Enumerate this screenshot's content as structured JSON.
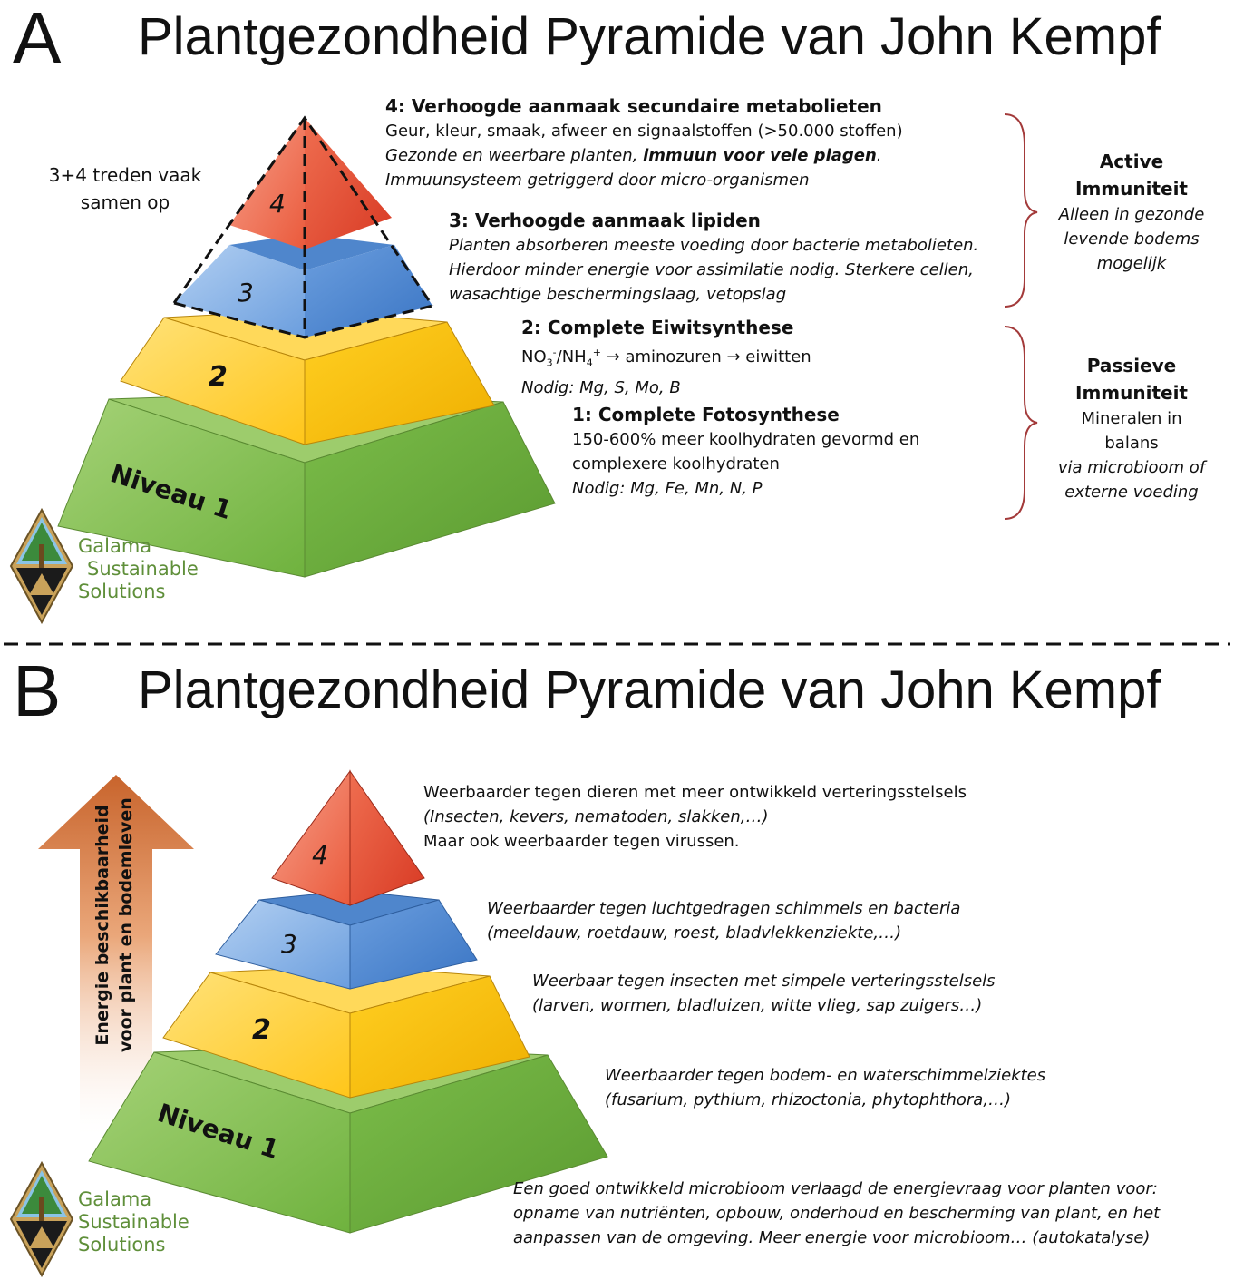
{
  "panel_a": {
    "letter": "A",
    "title": "Plantgezondheid Pyramide van John Kempf",
    "side_note": [
      "3+4 treden vaak",
      "samen op"
    ],
    "levels": [
      {
        "label": "Niveau 1",
        "heading": "1: Complete Fotosynthese",
        "lines": [
          "150-600% meer koolhydraten gevormd en",
          "complexere koolhydraten"
        ],
        "italic_lines": [
          "Nodig: Mg, Fe, Mn, N, P"
        ]
      },
      {
        "label": "2",
        "heading": "2: Complete Eiwitsynthese",
        "formula": {
          "a": "NO",
          "a_sub": "3",
          "a_sup": "-",
          "b": "/NH",
          "b_sub": "4",
          "b_sup": "+",
          "rest": " → aminozuren → eiwitten"
        },
        "italic_lines": [
          "Nodig: Mg, S, Mo, B"
        ]
      },
      {
        "label": "3",
        "heading": "3: Verhoogde aanmaak lipiden",
        "italic_lines": [
          "Planten absorberen meeste voeding door bacterie metabolieten.",
          "Hierdoor minder energie voor assimilatie nodig. Sterkere cellen,",
          "wasachtige beschermingslaag, vetopslag"
        ]
      },
      {
        "label": "4",
        "heading": "4: Verhoogde aanmaak secundaire metabolieten",
        "lines": [
          "Geur, kleur, smaak, afweer en signaalstoffen (>50.000 stoffen)"
        ],
        "line2_pre": "Gezonde en weerbare planten, ",
        "line2_bold": "immuun voor vele plagen",
        "line2_post": ".",
        "italic_lines": [
          "Immuunsysteem getriggerd door micro-organismen"
        ]
      }
    ],
    "active": {
      "title": [
        "Active",
        "Immuniteit"
      ],
      "italic_lines": [
        "Alleen in gezonde",
        "levende bodems",
        "mogelijk"
      ]
    },
    "passive": {
      "title": [
        "Passieve",
        "Immuniteit"
      ],
      "lines": [
        "Mineralen in",
        "balans"
      ],
      "italic_lines": [
        "via microbioom of",
        "externe voeding"
      ]
    }
  },
  "panel_b": {
    "letter": "B",
    "title": "Plantgezondheid Pyramide van John Kempf",
    "arrow_label": [
      "Energie beschikbaarheid",
      "voor plant en bodemleven"
    ],
    "levels": [
      {
        "label": "Niveau 1",
        "italic_lines": [
          "Weerbaarder tegen bodem- en waterschimmelziektes",
          "(fusarium, pythium, rhizoctonia, phytophthora,…)"
        ]
      },
      {
        "label": "2",
        "italic_lines": [
          "Weerbaar tegen insecten met simpele verteringsstelsels",
          "(larven, wormen, bladluizen, witte vlieg, sap zuigers…)"
        ]
      },
      {
        "label": "3",
        "italic_lines": [
          "Weerbaarder tegen luchtgedragen schimmels en bacteria",
          "(meeldauw, roetdauw, roest, bladvlekkenziekte,…)"
        ]
      },
      {
        "label": "4",
        "line1": "Weerbaarder tegen dieren met meer ontwikkeld verteringsstelsels",
        "italic_line": "(Insecten, kevers, nematoden, slakken,…)",
        "line3": "Maar ook weerbaarder tegen virussen."
      }
    ],
    "footer_lines": [
      "Een goed ontwikkeld microbioom verlaagd de energievraag voor planten voor:",
      "opname van nutriënten, opbouw, onderhoud en bescherming van plant, en het",
      "aanpassen van de omgeving. Meer energie voor microbioom… (autokatalyse)"
    ]
  },
  "logo": {
    "lines": [
      "Galama",
      "Sustainable",
      "Solutions"
    ]
  },
  "colors": {
    "green_light": "#8bc65a",
    "green_dark": "#5c9a33",
    "yellow_light": "#ffd23a",
    "yellow_dark": "#efaf00",
    "blue_light": "#8fb8e6",
    "blue_dark": "#3a75c4",
    "red_light": "#f4846b",
    "red_dark": "#d83a24",
    "brace": "#a33a3a",
    "arrow_top": "#d0743a",
    "logo_green": "#5f8f3a"
  }
}
